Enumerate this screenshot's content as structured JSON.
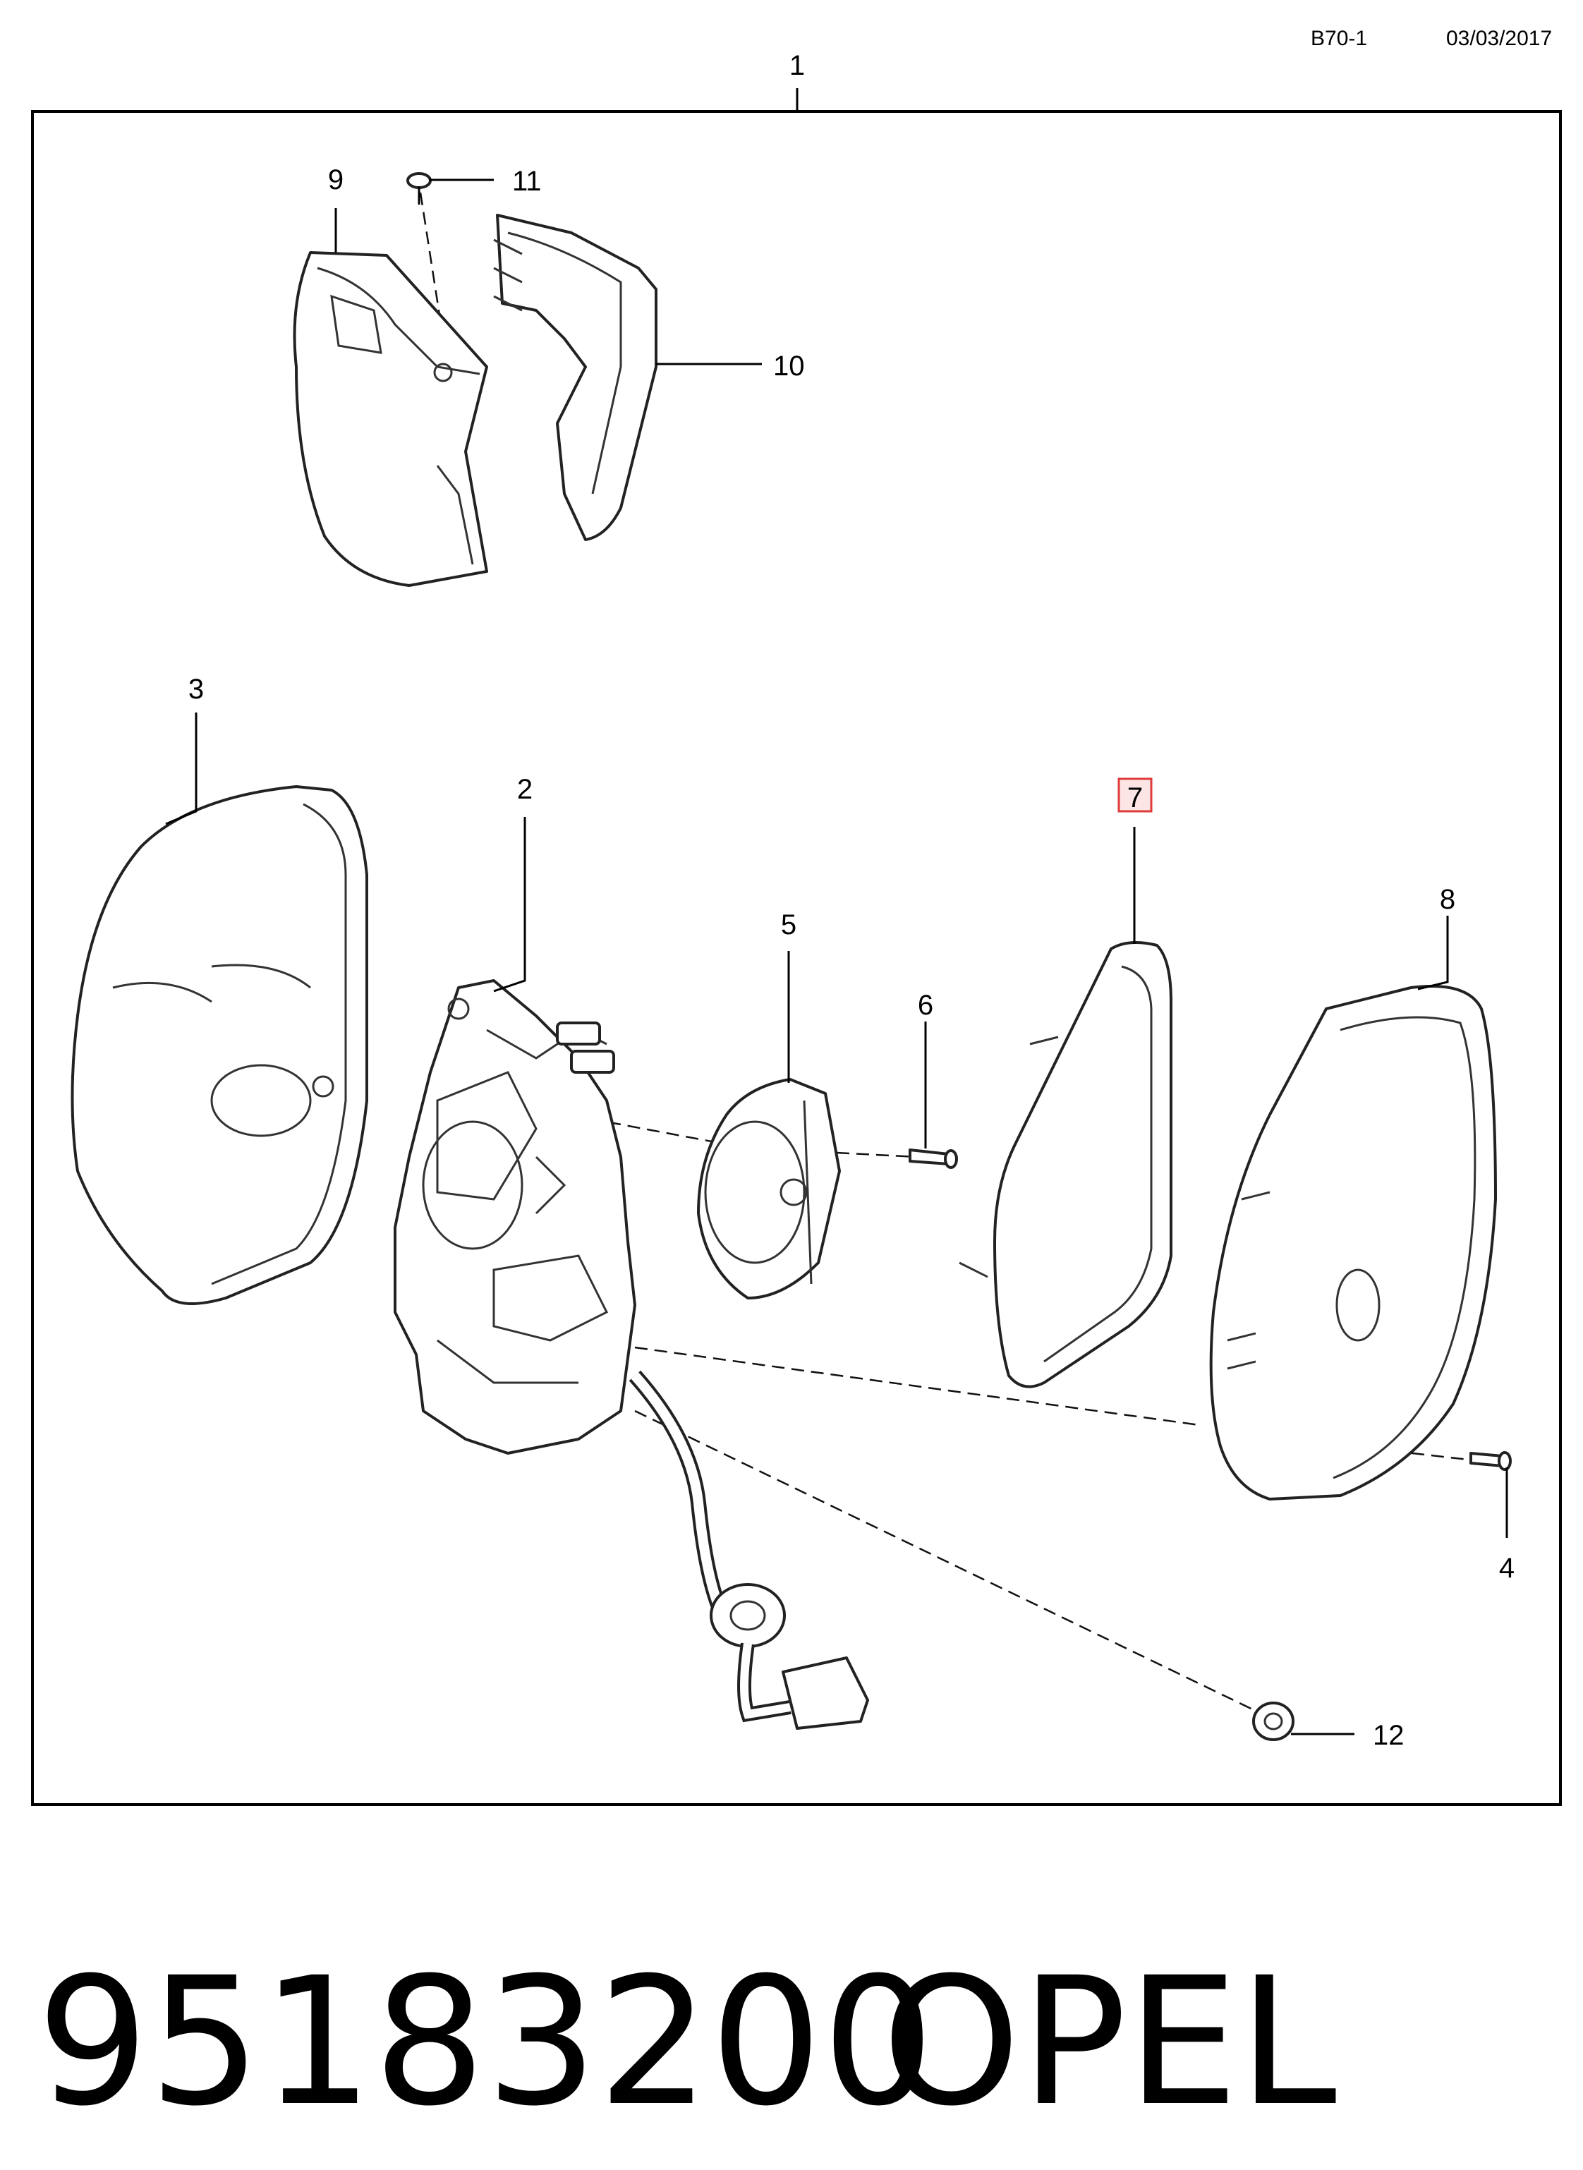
{
  "header": {
    "code": "B70-1",
    "date": "03/03/2017"
  },
  "callouts": {
    "c1": "1",
    "c2": "2",
    "c3": "3",
    "c4": "4",
    "c5": "5",
    "c6": "6",
    "c7": "7",
    "c8": "8",
    "c9": "9",
    "c10": "10",
    "c11": "11",
    "c12": "12"
  },
  "highlight": {
    "callout": "7",
    "border": "#e03a3a",
    "fill": "#fde5e5"
  },
  "footer": {
    "part_number": "95183200",
    "brand": "OPEL"
  }
}
